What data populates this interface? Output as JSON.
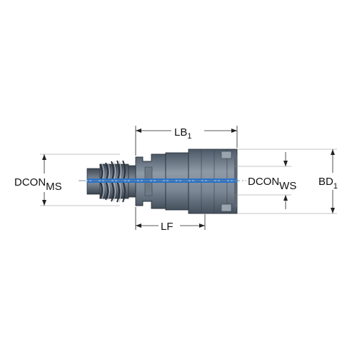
{
  "colors": {
    "tool_dark": "#5a6675",
    "tool_mid": "#7f8b99",
    "tool_light": "#aab3be",
    "coolant": "#2a72c7",
    "dimension": "#222222"
  },
  "labels": {
    "lb": {
      "main": "LB",
      "sub": "1"
    },
    "bd": {
      "main": "BD",
      "sub": "1"
    },
    "lf": {
      "main": "LF"
    },
    "dcon_ms": {
      "main": "DCON",
      "sub": "MS"
    },
    "dcon_ws": {
      "main": "DCON",
      "sub": "WS"
    }
  }
}
